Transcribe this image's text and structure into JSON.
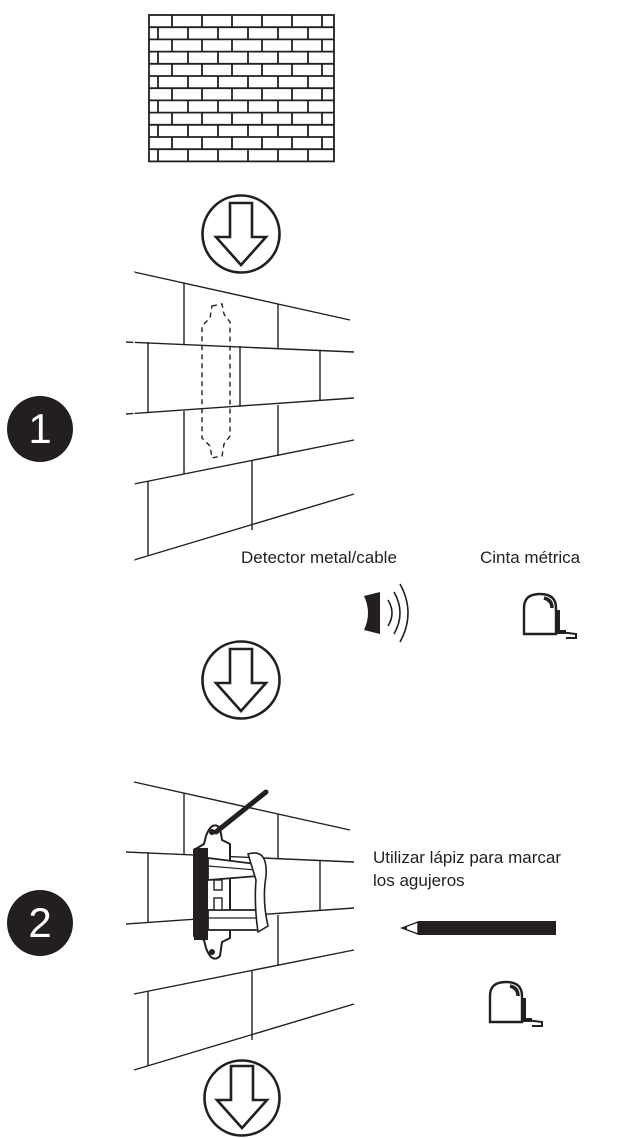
{
  "steps": [
    {
      "number": "1"
    },
    {
      "number": "2"
    }
  ],
  "tools": {
    "detector_label": "Detector metal/cable",
    "tape_label": "Cinta métrica",
    "pencil_label_line1": "Utilizar lápiz para marcar",
    "pencil_label_line2": "los agujeros"
  },
  "icons": {
    "brick": "brick-wall-icon",
    "arrow": "down-arrow-circle-icon",
    "detector": "metal-cable-detector-icon",
    "tape": "tape-measure-icon",
    "pencil": "pencil-icon",
    "bracket": "wall-mount-bracket-icon"
  },
  "colors": {
    "ink": "#231f20",
    "background": "#ffffff"
  }
}
